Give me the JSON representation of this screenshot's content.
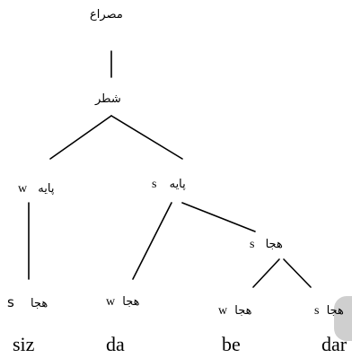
{
  "tree": {
    "nodes": {
      "misra": {
        "text": "مصراع"
      },
      "shatr": {
        "text": "شطر"
      },
      "foot_w": {
        "tag": "w",
        "text": "پایه"
      },
      "foot_s": {
        "tag": "s",
        "text": "پایه"
      },
      "syl_s_mid": {
        "tag": "s",
        "text": "هجا"
      },
      "syl_siz": {
        "tag": "s",
        "text": "هجا"
      },
      "syl_da": {
        "tag": "w",
        "text": "هجا"
      },
      "syl_be": {
        "tag": "w",
        "text": "هجا"
      },
      "syl_dar": {
        "tag": "s",
        "text": "هجا"
      }
    },
    "words": [
      "siz",
      "da",
      "be",
      "dar"
    ]
  },
  "colors": {
    "ink": "#000000",
    "page": "#ffffff",
    "corner": "#cfcfcf"
  }
}
